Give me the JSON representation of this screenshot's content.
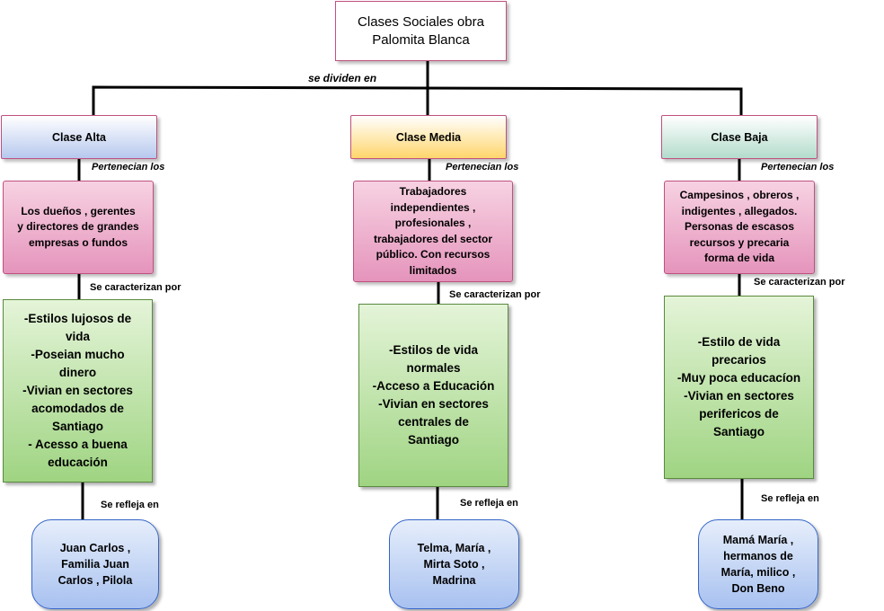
{
  "title": [
    "Clases Sociales obra",
    "Palomita Blanca"
  ],
  "label_divide": "se dividen en",
  "label_pertenecian": "Pertenecian los",
  "label_caracterizan": "Se caracterizan por",
  "label_refleja": "Se refleja en",
  "clases": [
    {
      "name": "Clase Alta",
      "members": [
        "Los dueños , gerentes",
        "y directores de grandes",
        "empresas o fundos"
      ],
      "traits": [
        "-Estilos lujosos de",
        "vida",
        "-Poseian mucho",
        "dinero",
        "-Vivian en sectores",
        "acomodados de",
        "Santiago",
        "- Acesso a buena",
        "educación"
      ],
      "examples": [
        "Juan Carlos ,",
        "Familia Juan",
        "Carlos , Pilola"
      ]
    },
    {
      "name": "Clase Media",
      "members": [
        "Trabajadores",
        "independientes ,",
        "profesionales ,",
        "trabajadores del sector",
        "público. Con recursos",
        "limitados"
      ],
      "traits": [
        "-Estilos de vida",
        "normales",
        "-Acceso a Educación",
        "-Vivian en sectores",
        "centrales de",
        "Santiago"
      ],
      "examples": [
        "Telma, María ,",
        "Mirta Soto ,",
        "Madrina"
      ]
    },
    {
      "name": "Clase Baja",
      "members": [
        "Campesinos , obreros ,",
        "indigentes , allegados.",
        "Personas de escasos",
        "recursos y precaria",
        "forma de vida"
      ],
      "traits": [
        "-Estilo de vida",
        "precarios",
        "-Muy poca educacíon",
        "-Vivian en sectores",
        "perifericos de",
        "Santiago"
      ],
      "examples": [
        "Mamá María ,",
        "hermanos de",
        "María, milico ,",
        "Don Beno"
      ]
    }
  ],
  "colors": {
    "border_pink": "#c0507f",
    "alta": "#b7c8ee",
    "media": "#ffd66c",
    "baja": "#b3dccc",
    "green": "#9fd482",
    "blue": "#a8c1f0"
  }
}
